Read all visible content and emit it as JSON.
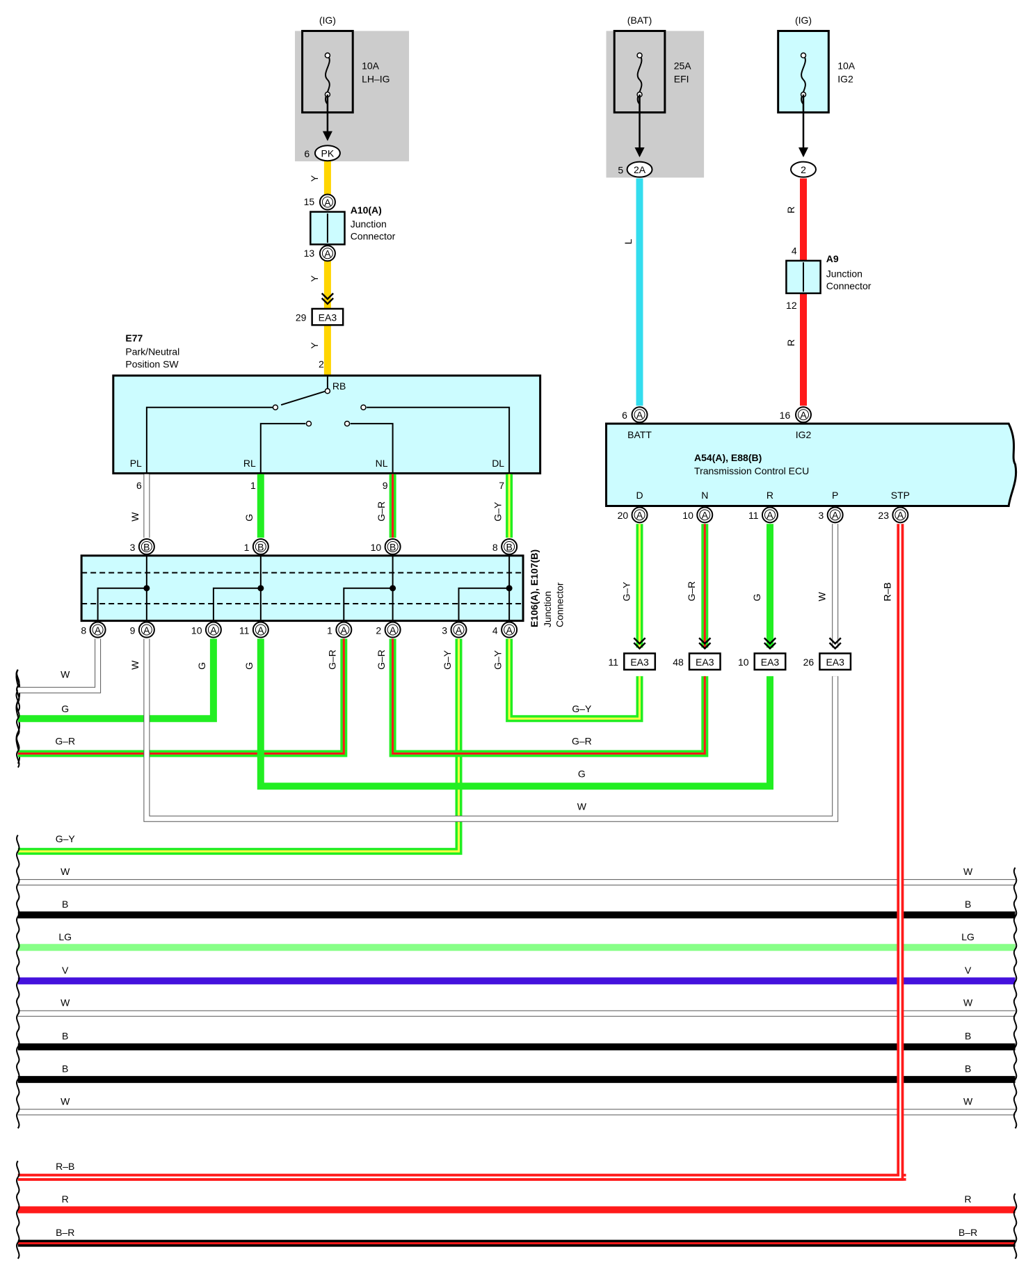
{
  "colors": {
    "box": "#ccfcff",
    "fuse_bg": "#cccccc",
    "Y": "#ffd500",
    "L": "#33ddee",
    "R": "#ff1a1a",
    "G": "#22ee22",
    "GR_base": "#22ee22",
    "GR_stripe": "#ff1a1a",
    "GY_base": "#22ee22",
    "GY_stripe": "#ffff44",
    "W": "#ffffff",
    "B": "#000000",
    "LG": "#88ff88",
    "V": "#4411dd",
    "RB_base": "#ff1a1a",
    "RB_stripe": "#ffffff",
    "BR_base": "#000000",
    "BR_stripe": "#ff1a1a"
  },
  "fuses": [
    {
      "source": "(IG)",
      "rating": "10A",
      "name": "LH–IG",
      "pin": "6",
      "connector": "PK"
    },
    {
      "source": "(BAT)",
      "rating": "25A",
      "name": "EFI",
      "pin": "5",
      "connector": "2A"
    },
    {
      "source": "(IG)",
      "rating": "10A",
      "name": "IG2",
      "pin": "",
      "connector": "2"
    }
  ],
  "junction_a10": {
    "id": "A10(A)",
    "line1": "Junction",
    "line2": "Connector",
    "pin_top": "15",
    "pin_bottom": "13",
    "pin_letter": "A"
  },
  "junction_a9": {
    "id": "A9",
    "line1": "Junction",
    "line2": "Connector",
    "pin_top": "4",
    "pin_bottom": "12"
  },
  "ea3_label": "EA3",
  "ea3_top_pin": "29",
  "sw": {
    "id": "E77",
    "line1": "Park/Neutral",
    "line2": "Position SW",
    "rb": "RB",
    "rb_pin": "2",
    "terminals": [
      {
        "name": "PL",
        "pin": "6",
        "wire": "W"
      },
      {
        "name": "RL",
        "pin": "1",
        "wire": "G"
      },
      {
        "name": "NL",
        "pin": "9",
        "wire": "G–R"
      },
      {
        "name": "DL",
        "pin": "7",
        "wire": "G–Y"
      }
    ]
  },
  "jc": {
    "id": "E106(A), E107(B)",
    "line1": "Junction",
    "line2": "Connector",
    "top_pins": [
      {
        "num": "3",
        "letter": "B"
      },
      {
        "num": "1",
        "letter": "B"
      },
      {
        "num": "10",
        "letter": "B"
      },
      {
        "num": "8",
        "letter": "B"
      }
    ],
    "bottom_pins": [
      {
        "num": "8",
        "letter": "A",
        "wire": ""
      },
      {
        "num": "9",
        "letter": "A",
        "wire": "W"
      },
      {
        "num": "10",
        "letter": "A",
        "wire": "G"
      },
      {
        "num": "11",
        "letter": "A",
        "wire": "G"
      },
      {
        "num": "1",
        "letter": "A",
        "wire": "G–R"
      },
      {
        "num": "2",
        "letter": "A",
        "wire": "G–R"
      },
      {
        "num": "3",
        "letter": "A",
        "wire": "G–Y"
      },
      {
        "num": "4",
        "letter": "A",
        "wire": "G–Y"
      }
    ]
  },
  "ecu": {
    "id": "A54(A), E88(B)",
    "name": "Transmission Control ECU",
    "batt": {
      "name": "BATT",
      "pin": "6",
      "letter": "A",
      "wire": "L"
    },
    "ig2": {
      "name": "IG2",
      "pin": "16",
      "letter": "A",
      "wire": "R"
    },
    "terminals": [
      {
        "name": "D",
        "pin": "20",
        "letter": "A",
        "wire": "G–Y",
        "ea3_pin": "11"
      },
      {
        "name": "N",
        "pin": "10",
        "letter": "A",
        "wire": "G–R",
        "ea3_pin": "48"
      },
      {
        "name": "R",
        "pin": "11",
        "letter": "A",
        "wire": "G",
        "ea3_pin": "10"
      },
      {
        "name": "P",
        "pin": "3",
        "letter": "A",
        "wire": "W",
        "ea3_pin": "26"
      },
      {
        "name": "STP",
        "pin": "23",
        "letter": "A",
        "wire": "R–B",
        "ea3_pin": ""
      }
    ]
  },
  "wire_codes": {
    "Y": "Y",
    "L": "L",
    "R": "R",
    "W": "W",
    "G": "G",
    "GR": "G–R",
    "GY": "G–Y"
  },
  "left_harness": [
    {
      "label": "W",
      "code": "W"
    },
    {
      "label": "G",
      "code": "G"
    },
    {
      "label": "G–R",
      "code": "GR"
    },
    {
      "label": "G–Y",
      "code": "GY"
    }
  ],
  "mid_labels": {
    "gy": "G–Y",
    "gr": "G–R",
    "g": "G",
    "w": "W"
  },
  "buses": [
    {
      "label": "W",
      "right_label": "W",
      "code": "W"
    },
    {
      "label": "B",
      "right_label": "B",
      "code": "B"
    },
    {
      "label": "LG",
      "right_label": "LG",
      "code": "LG"
    },
    {
      "label": "V",
      "right_label": "V",
      "code": "V"
    },
    {
      "label": "W",
      "right_label": "W",
      "code": "W"
    },
    {
      "label": "B",
      "right_label": "B",
      "code": "B"
    },
    {
      "label": "B",
      "right_label": "B",
      "code": "B"
    },
    {
      "label": "W",
      "right_label": "W",
      "code": "W"
    },
    {
      "label": "R–B",
      "right_label": "",
      "code": "RB"
    },
    {
      "label": "R",
      "right_label": "R",
      "code": "R"
    },
    {
      "label": "B–R",
      "right_label": "B–R",
      "code": "BR"
    }
  ]
}
